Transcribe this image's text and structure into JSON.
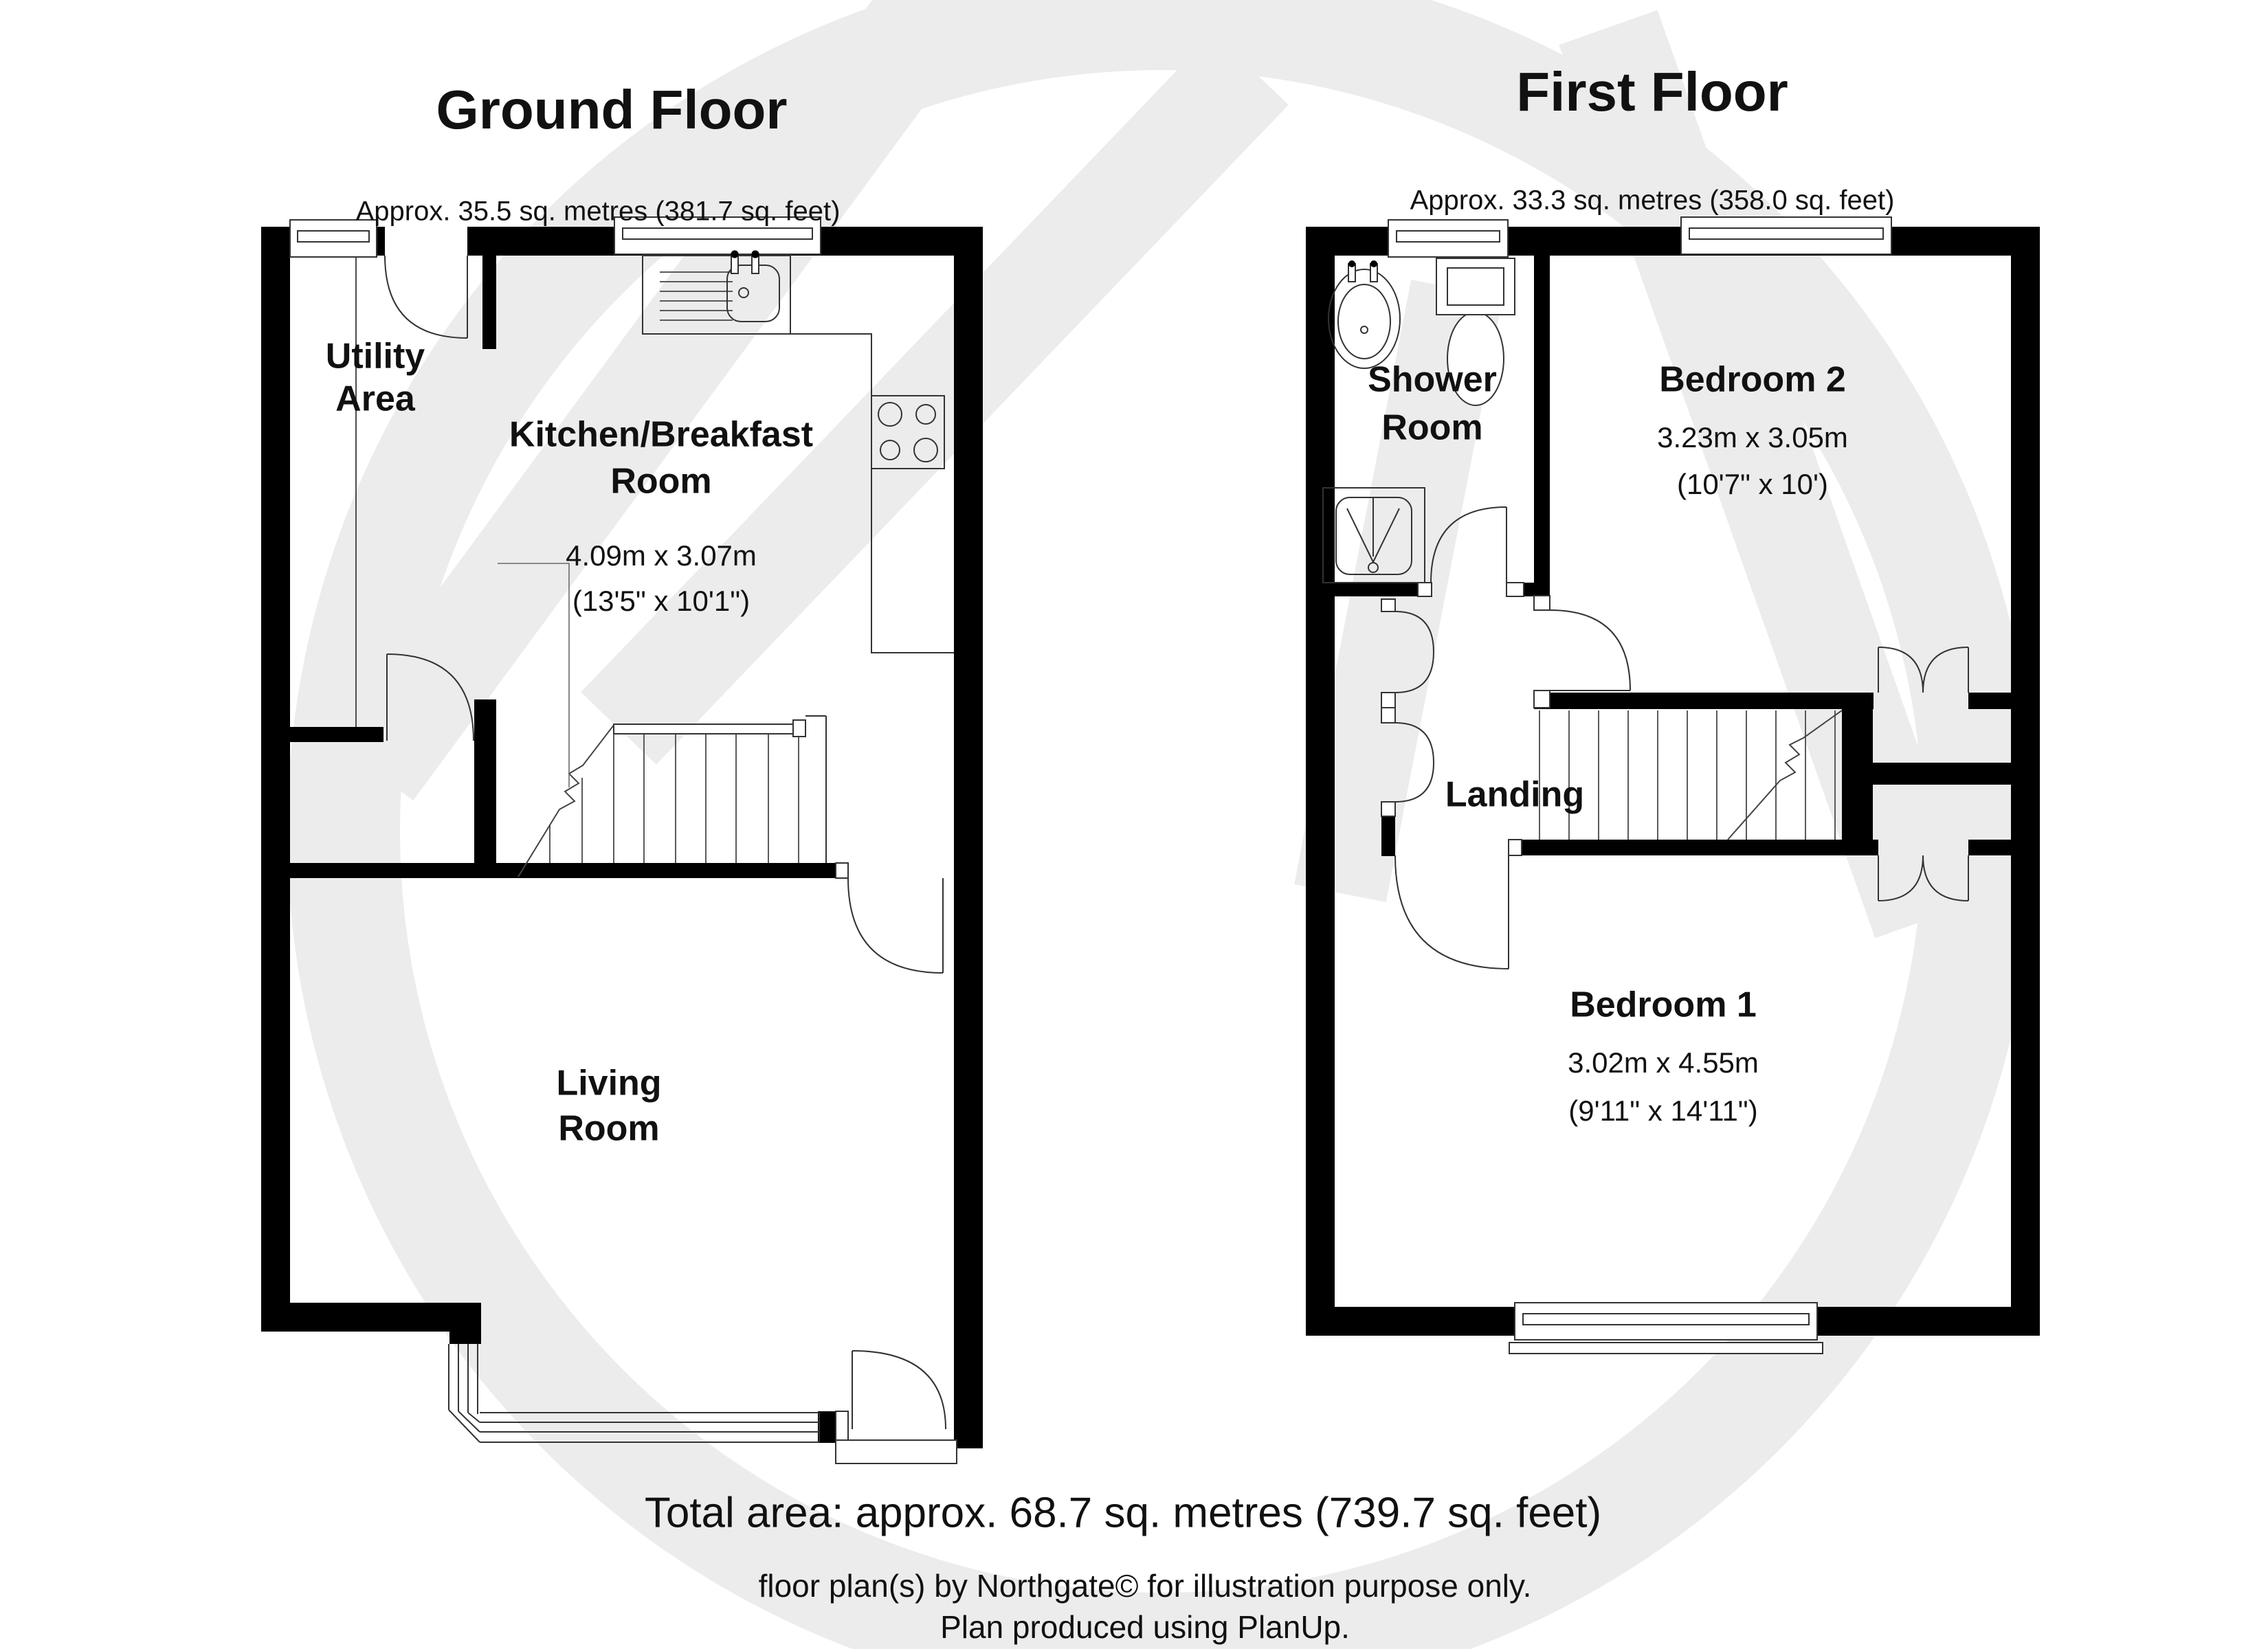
{
  "document": {
    "type": "floor-plan",
    "producer_note": "Plan produced using PlanUp.",
    "colors": {
      "wall": "#000000",
      "line": "#333333",
      "watermark": "#ececec",
      "text": "#111111",
      "background": "#ffffff"
    }
  },
  "ground_floor": {
    "title": "Ground Floor",
    "area": "Approx. 35.5 sq. metres (381.7 sq. feet)",
    "rooms": {
      "utility": {
        "label_line1": "Utility",
        "label_line2": "Area"
      },
      "kitchen": {
        "label_line1": "Kitchen/Breakfast",
        "label_line2": "Room",
        "dims_metric": "4.09m x 3.07m",
        "dims_imperial": "(13'5\" x 10'1\")"
      },
      "living": {
        "label_line1": "Living",
        "label_line2": "Room"
      }
    }
  },
  "first_floor": {
    "title": "First Floor",
    "area": "Approx. 33.3 sq. metres (358.0 sq. feet)",
    "rooms": {
      "shower": {
        "label_line1": "Shower",
        "label_line2": "Room"
      },
      "bedroom2": {
        "label": "Bedroom 2",
        "dims_metric": "3.23m x 3.05m",
        "dims_imperial": "(10'7\" x 10')"
      },
      "landing": {
        "label": "Landing"
      },
      "bedroom1": {
        "label": "Bedroom 1",
        "dims_metric": "3.02m x 4.55m",
        "dims_imperial": "(9'11\" x 14'11\")"
      }
    }
  },
  "footer": {
    "total_area": "Total area: approx. 68.7 sq. metres (739.7 sq. feet)",
    "disclaimer": "floor plan(s) by Northgate© for illustration purpose only.",
    "produced_by": "Plan produced using PlanUp."
  },
  "icons": {
    "watermark": "northgate-logo-watermark",
    "window": "window-icon",
    "door": "door-swing-icon",
    "stairs": "stairs-icon",
    "sink": "kitchen-sink-icon",
    "hob": "hob-icon",
    "shower_tray": "shower-tray-icon",
    "basin": "wash-basin-icon",
    "toilet": "toilet-icon"
  }
}
